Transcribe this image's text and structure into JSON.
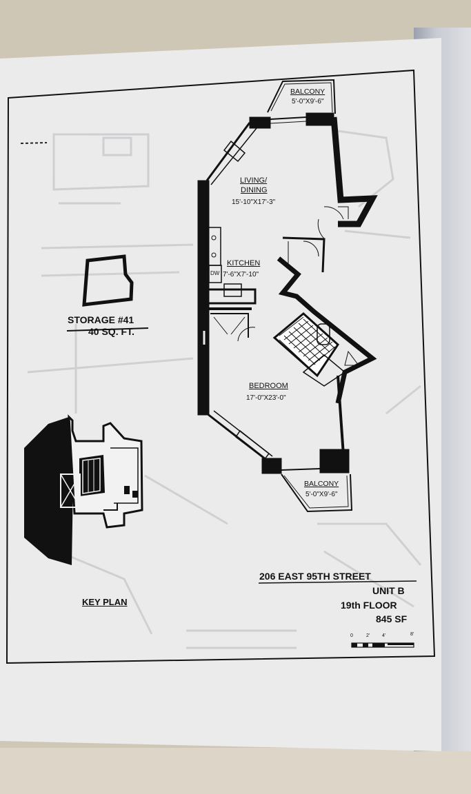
{
  "plan": {
    "storage_title": "STORAGE #41",
    "storage_area": "40 SQ. FT.",
    "living_line1": "LIVING/",
    "living_line2": "DINING",
    "living_dims": "15'-10\"X17'-3\"",
    "kitchen_name": "KITCHEN",
    "kitchen_dims": "7'-6\"X7'-10\"",
    "dw_label": "DW",
    "bedroom_name": "BEDROOM",
    "bedroom_dims": "17'-0\"X23'-0\"",
    "balcony_top_name": "BALCONY",
    "balcony_top_dims": "5'-0\"X9'-6\"",
    "balcony_bottom_name": "BALCONY",
    "balcony_bottom_dims": "5'-0\"X9'-6\"",
    "key_plan_label": "KEY PLAN"
  },
  "info": {
    "address": "206 EAST 95TH STREET",
    "unit": "UNIT B",
    "floor": "19th FLOOR",
    "area": "845 SF"
  },
  "scale": {
    "ticks": [
      "0",
      "2'",
      "4'",
      "8'"
    ]
  },
  "colors": {
    "paper": "#ebebec",
    "ink": "#111111",
    "ghost": "#c9c9cc"
  }
}
